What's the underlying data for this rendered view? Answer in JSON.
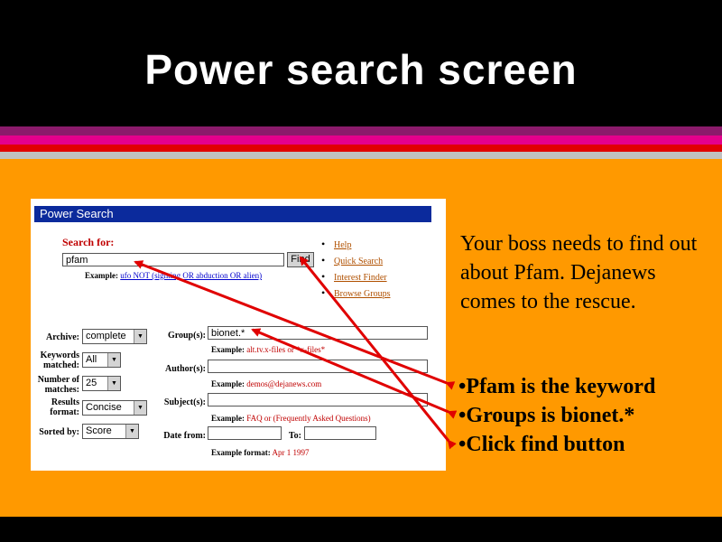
{
  "slide": {
    "title": "Power search screen",
    "description": "Your boss needs to find out about Pfam. Dejanews comes to the rescue.",
    "bullets": [
      "•Pfam is the keyword",
      "•Groups is bionet.*",
      "•Click find button"
    ]
  },
  "screenshot": {
    "header": "Power Search",
    "search_label": "Search for:",
    "search_value": "pfam",
    "find_label": "Find",
    "search_example_prefix": "Example:",
    "search_example": "ufo NOT (sighting OR abduction OR alien)",
    "links": [
      "Help",
      "Quick Search",
      "Interest Finder",
      "Browse Groups"
    ],
    "archive_label": "Archive:",
    "archive_value": "complete",
    "keywords_label": "Keywords matched:",
    "keywords_value": "All",
    "matches_label": "Number of matches:",
    "matches_value": "25",
    "results_label": "Results format:",
    "results_value": "Concise",
    "sorted_label": "Sorted by:",
    "sorted_value": "Score",
    "groups_label": "Group(s):",
    "groups_value": "bionet.*",
    "groups_example_prefix": "Example:",
    "groups_example": "alt.tv.x-files or *x-files*",
    "author_label": "Author(s):",
    "author_value": "",
    "author_example_prefix": "Example:",
    "author_example": "demos@dejanews.com",
    "subject_label": "Subject(s):",
    "subject_value": "",
    "subject_example_prefix": "Example:",
    "subject_example": "FAQ or (Frequently Asked Questions)",
    "date_from_label": "Date from:",
    "date_from_value": "",
    "date_to_label": "To:",
    "date_to_value": "",
    "date_example_prefix": "Example format:",
    "date_example": "Apr 1 1997"
  },
  "colors": {
    "title": "#ffffff",
    "background": "#ff9900",
    "arrows": "#e00000",
    "header": "#0b2a9c"
  }
}
